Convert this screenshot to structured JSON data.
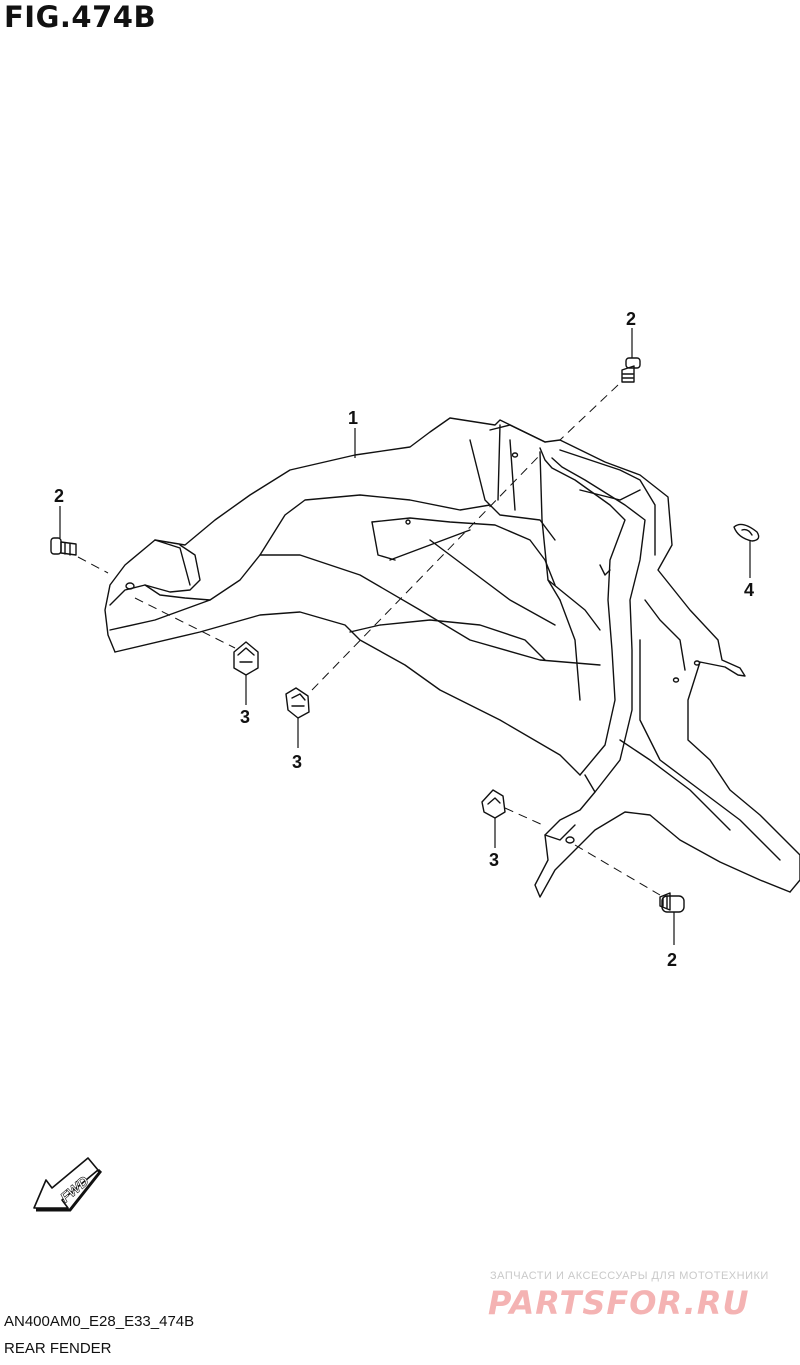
{
  "figure": {
    "title": "FIG.474B",
    "code": "AN400AM0_E28_E33_474B",
    "name": "REAR FENDER"
  },
  "callouts": [
    {
      "id": "c1",
      "label": "1"
    },
    {
      "id": "c2a",
      "label": "2"
    },
    {
      "id": "c2b",
      "label": "2"
    },
    {
      "id": "c2c",
      "label": "2"
    },
    {
      "id": "c3a",
      "label": "3"
    },
    {
      "id": "c3b",
      "label": "3"
    },
    {
      "id": "c3c",
      "label": "3"
    },
    {
      "id": "c4",
      "label": "4"
    }
  ],
  "fwd_arrow": {
    "label": "FWD"
  },
  "watermark": {
    "tagline": "ЗАПЧАСТИ И АКСЕССУАРЫ ДЛЯ МОТОТЕХНИКИ",
    "logo": "PARTSFOR.RU"
  },
  "colors": {
    "line": "#111111",
    "watermark_red": "#f4b3b3",
    "watermark_gray": "#c9c9c9"
  }
}
